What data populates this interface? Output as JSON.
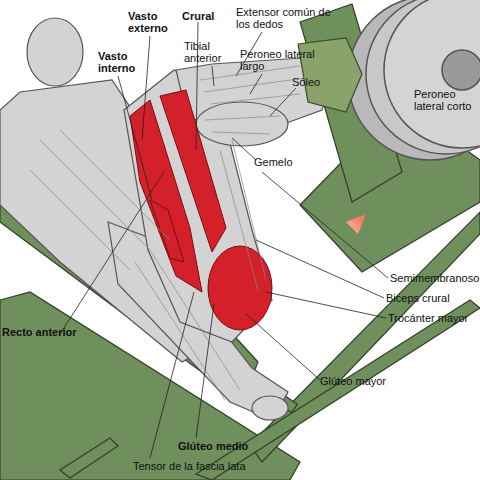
{
  "diagram": {
    "labels": [
      "Vasto externo",
      "Crural",
      "Extensor común de los dedos",
      "Tibial anterior",
      "Peroneo lateral largo",
      "Vasto interno",
      "Sóleo",
      "Peroneo lateral corto",
      "Gemelo",
      "Semimembranoso",
      "Biceps crural",
      "Trocánter mayor",
      "Recto anterior",
      "Glúteo mayor",
      "Glúteo medio",
      "Tensor de la fascia lata"
    ]
  }
}
